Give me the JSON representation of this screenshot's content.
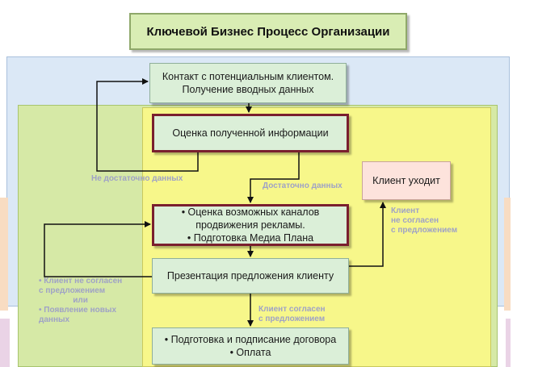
{
  "title": "Ключевой Бизнес Процесс Организации",
  "boxes": {
    "contact": [
      "Контакт с потенциальным клиентом.",
      "Получение вводных данных"
    ],
    "assess": [
      "Оценка полученной информации"
    ],
    "channels": [
      "• Оценка возможных каналов",
      "продвижения рекламы.",
      "• Подготовка Медиа Плана"
    ],
    "present": [
      "Презентация предложения клиенту"
    ],
    "contract": [
      "• Подготовка и подписание договора",
      "• Оплата"
    ],
    "leave": [
      "Клиент уходит"
    ]
  },
  "labels": {
    "not_enough": "Не достаточно данных",
    "enough": "Достаточно данных",
    "no_agree": [
      "Клиент",
      "не согласен",
      "с предложением"
    ],
    "agree": [
      "Клиент согласен",
      "с предложением"
    ],
    "left": [
      "• Клиент не согласен",
      "с предложением",
      "или",
      "• Появление новых",
      "данных"
    ]
  }
}
